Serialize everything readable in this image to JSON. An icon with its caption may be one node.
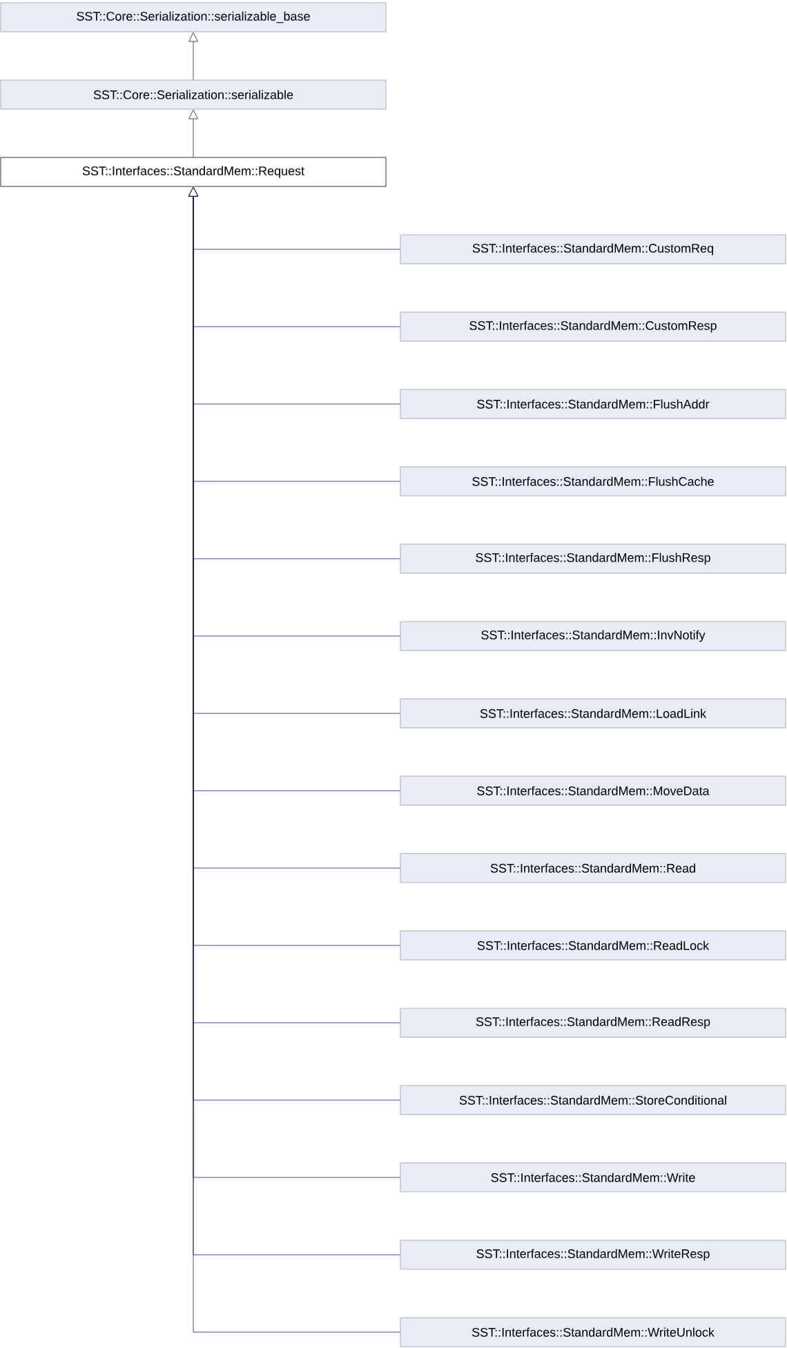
{
  "diagram": {
    "nodes": [
      {
        "text": [
          "SST::Core::Serialization::serializable_base"
        ]
      },
      {
        "text": [
          "SST::Core::Serialization::serializable"
        ]
      },
      {
        "text": [
          "SST::Interfaces::StandardMem::Request"
        ]
      },
      {
        "text": [
          "SST::Interfaces::StandardMem::CustomReq"
        ]
      },
      {
        "text": [
          "SST::Interfaces::StandardMem::CustomResp"
        ]
      },
      {
        "text": [
          "SST::Interfaces::StandardMem::FlushAddr"
        ]
      },
      {
        "text": [
          "SST::Interfaces::StandardMem::FlushCache"
        ]
      },
      {
        "text": [
          "SST::Interfaces::StandardMem::FlushResp"
        ]
      },
      {
        "text": [
          "SST::Interfaces::StandardMem::InvNotify"
        ]
      },
      {
        "text": [
          "SST::Interfaces::StandardMem::LoadLink"
        ]
      },
      {
        "text": [
          "SST::Interfaces::StandardMem::MoveData"
        ]
      },
      {
        "text": [
          "SST::Interfaces::StandardMem::Read"
        ]
      },
      {
        "text": [
          "SST::Interfaces::StandardMem::ReadLock"
        ]
      },
      {
        "text": [
          "SST::Interfaces::StandardMem::ReadResp"
        ]
      },
      {
        "text": [
          "SST::Interfaces::StandardMem::StoreConditional"
        ]
      },
      {
        "text": [
          "SST::Interfaces::StandardMem::Write"
        ]
      },
      {
        "text": [
          "SST::Interfaces::StandardMem::WriteResp"
        ]
      },
      {
        "text": [
          "SST::Interfaces::StandardMem::WriteUnlock"
        ]
      }
    ],
    "edges": [
      {
        "from": 1,
        "to": 0,
        "arrow": "to"
      },
      {
        "from": 2,
        "to": 1,
        "arrow": "to"
      },
      {
        "from": 3,
        "to": 2,
        "arrow": "to"
      },
      {
        "from": 4,
        "to": 2,
        "arrow": "to"
      },
      {
        "from": 5,
        "to": 2,
        "arrow": "to"
      },
      {
        "from": 6,
        "to": 2,
        "arrow": "to"
      },
      {
        "from": 7,
        "to": 2,
        "arrow": "to"
      },
      {
        "from": 8,
        "to": 2,
        "arrow": "to"
      },
      {
        "from": 9,
        "to": 2,
        "arrow": "to"
      },
      {
        "from": 10,
        "to": 2,
        "arrow": "to"
      },
      {
        "from": 11,
        "to": 2,
        "arrow": "to"
      },
      {
        "from": 12,
        "to": 2,
        "arrow": "to"
      },
      {
        "from": 13,
        "to": 2,
        "arrow": "to"
      },
      {
        "from": 14,
        "to": 2,
        "arrow": "to"
      },
      {
        "from": 15,
        "to": 2,
        "arrow": "to"
      },
      {
        "from": 16,
        "to": 2,
        "arrow": "to"
      },
      {
        "from": 17,
        "to": 2,
        "arrow": "to"
      }
    ]
  }
}
